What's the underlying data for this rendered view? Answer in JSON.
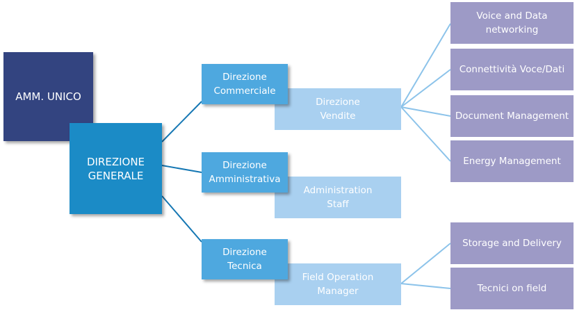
{
  "colors": {
    "top": "#334480",
    "generale": "#1b8bc6",
    "direzione": "#4ea8df",
    "sub": "#a9d0f0",
    "leaf": "#9d9ac6",
    "connector_dark": "#1577b3",
    "connector_light": "#8cc3ea"
  },
  "nodes": {
    "amm_unico": "AMM. UNICO",
    "direzione_generale": "DIREZIONE\nGENERALE",
    "direzione_commerciale": "Direzione\nCommerciale",
    "direzione_amministrativa": "Direzione\nAmministrativa",
    "direzione_tecnica": "Direzione\nTecnica",
    "direzione_vendite": "Direzione\nVendite",
    "administration_staff": "Administration\nStaff",
    "field_operation_manager": "Field Operation\nManager",
    "voice_data_networking": "Voice and Data\nnetworking",
    "connettivita": "Connettività Voce/Dati",
    "document_management": "Document Management",
    "energy_management": "Energy Management",
    "storage_delivery": "Storage and Delivery",
    "tecnici_on_field": "Tecnici on field"
  }
}
